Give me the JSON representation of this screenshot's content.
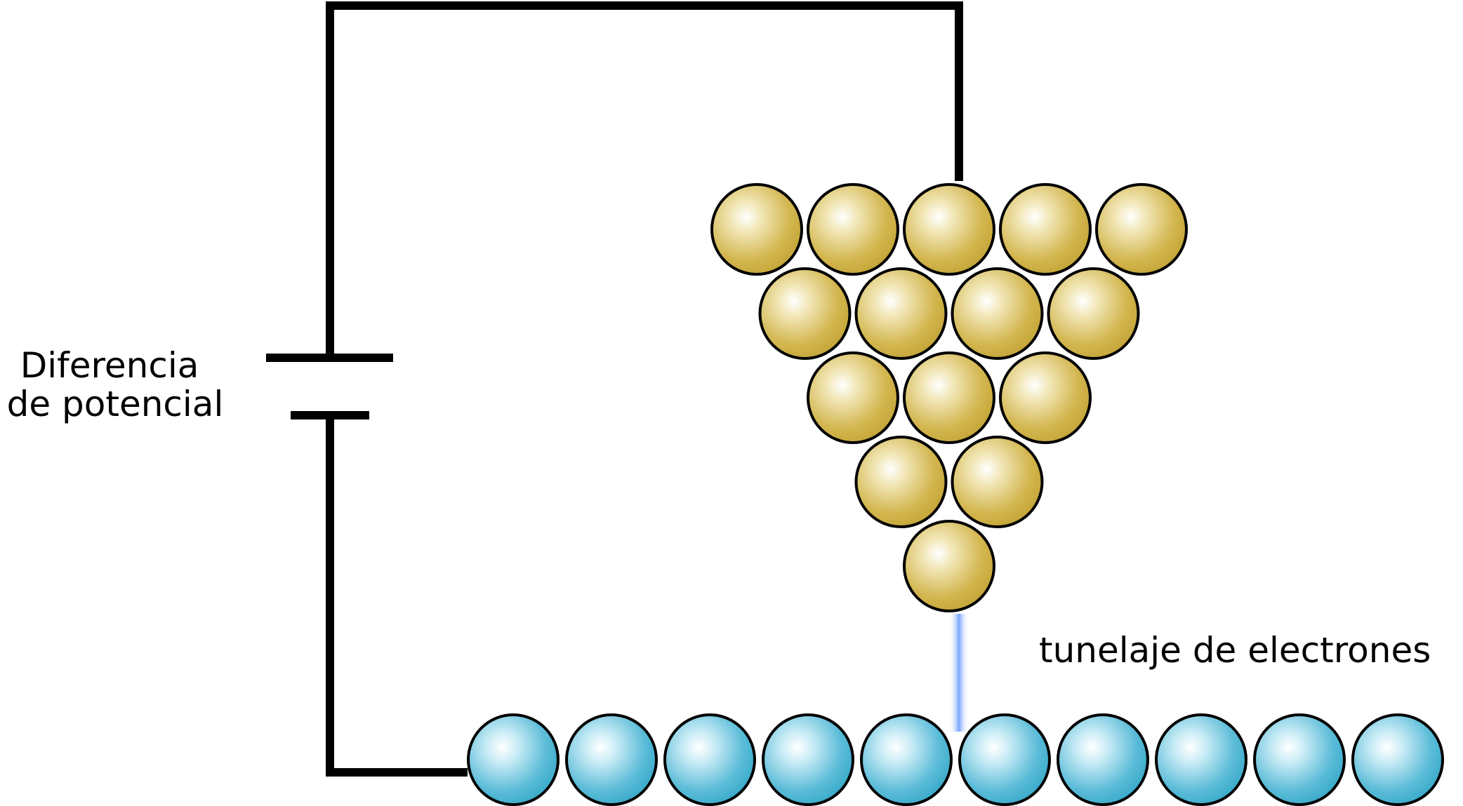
{
  "labels": {
    "voltage_line1": "Diferencia",
    "voltage_line2": "de potencial",
    "tunneling": "tunelaje de electrones"
  },
  "colors": {
    "wire": "#000000",
    "tip_atom_base": "#c2a435",
    "tip_atom_highlight": "#ffffff",
    "sample_atom_base": "#36a9c9",
    "sample_atom_highlight": "#ffffff",
    "tunnel_beam": "#7aa6ff",
    "atom_stroke": "#000000"
  },
  "tip_atoms": {
    "rows": [
      5,
      4,
      3,
      2,
      1
    ]
  },
  "sample_atoms": {
    "count": 10
  }
}
